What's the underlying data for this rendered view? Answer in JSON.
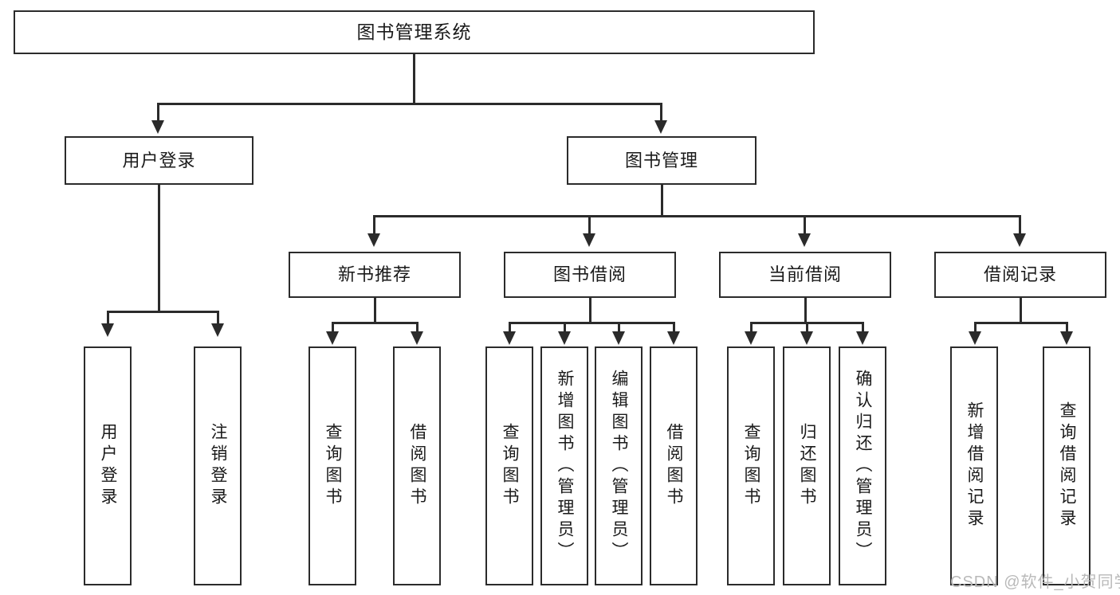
{
  "diagram": {
    "title": "图书管理系统",
    "type": "functional-structure-tree",
    "root": {
      "label": "图书管理系统"
    },
    "level2": [
      {
        "label": "用户登录"
      },
      {
        "label": "图书管理"
      }
    ],
    "level3": [
      {
        "label": "新书推荐"
      },
      {
        "label": "图书借阅"
      },
      {
        "label": "当前借阅"
      },
      {
        "label": "借阅记录"
      }
    ],
    "leaves": {
      "user_login": [
        {
          "label": "用户登录"
        },
        {
          "label": "注销登录"
        }
      ],
      "new_book_recommend": [
        {
          "label": "查询图书"
        },
        {
          "label": "借阅图书"
        }
      ],
      "book_borrow": [
        {
          "label": "查询图书"
        },
        {
          "label": "新增图书（管理员）"
        },
        {
          "label": "编辑图书（管理员）"
        },
        {
          "label": "借阅图书"
        }
      ],
      "current_borrow": [
        {
          "label": "查询图书"
        },
        {
          "label": "归还图书"
        },
        {
          "label": "确认归还（管理员）"
        }
      ],
      "borrow_record": [
        {
          "label": "新增借阅记录"
        },
        {
          "label": "查询借阅记录"
        }
      ]
    }
  },
  "watermark": {
    "text": "CSDN @软件_小贺同学"
  },
  "colors": {
    "stroke": "#2b2b2b",
    "fill": "#ffffff",
    "text": "#1a1a1a",
    "watermark": "#b9b9b9"
  }
}
